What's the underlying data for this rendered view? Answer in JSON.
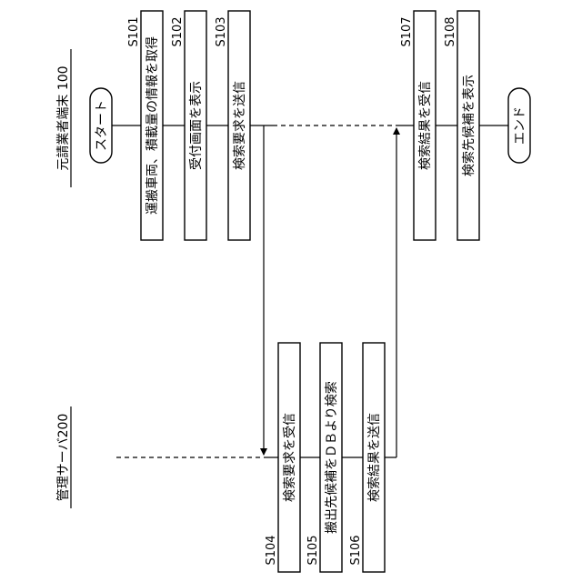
{
  "actors": {
    "client": {
      "label": "元請業者端末 100"
    },
    "server": {
      "label": "管理サーバ200"
    }
  },
  "terminals": {
    "start": "スタート",
    "end": "エンド"
  },
  "steps": {
    "s101": {
      "id": "S101",
      "text": "運搬車両、積載量の情報を取得"
    },
    "s102": {
      "id": "S102",
      "text": "受付画面を表示"
    },
    "s103": {
      "id": "S103",
      "text": "検索要求を送信"
    },
    "s104": {
      "id": "S104",
      "text": "検索要求を受信"
    },
    "s105": {
      "id": "S105",
      "text": "搬出先候補をＤＢより検索"
    },
    "s106": {
      "id": "S106",
      "text": "検索結果を送信"
    },
    "s107": {
      "id": "S107",
      "text": "検索結果を受信"
    },
    "s108": {
      "id": "S108",
      "text": "検索先候補を表示"
    }
  }
}
